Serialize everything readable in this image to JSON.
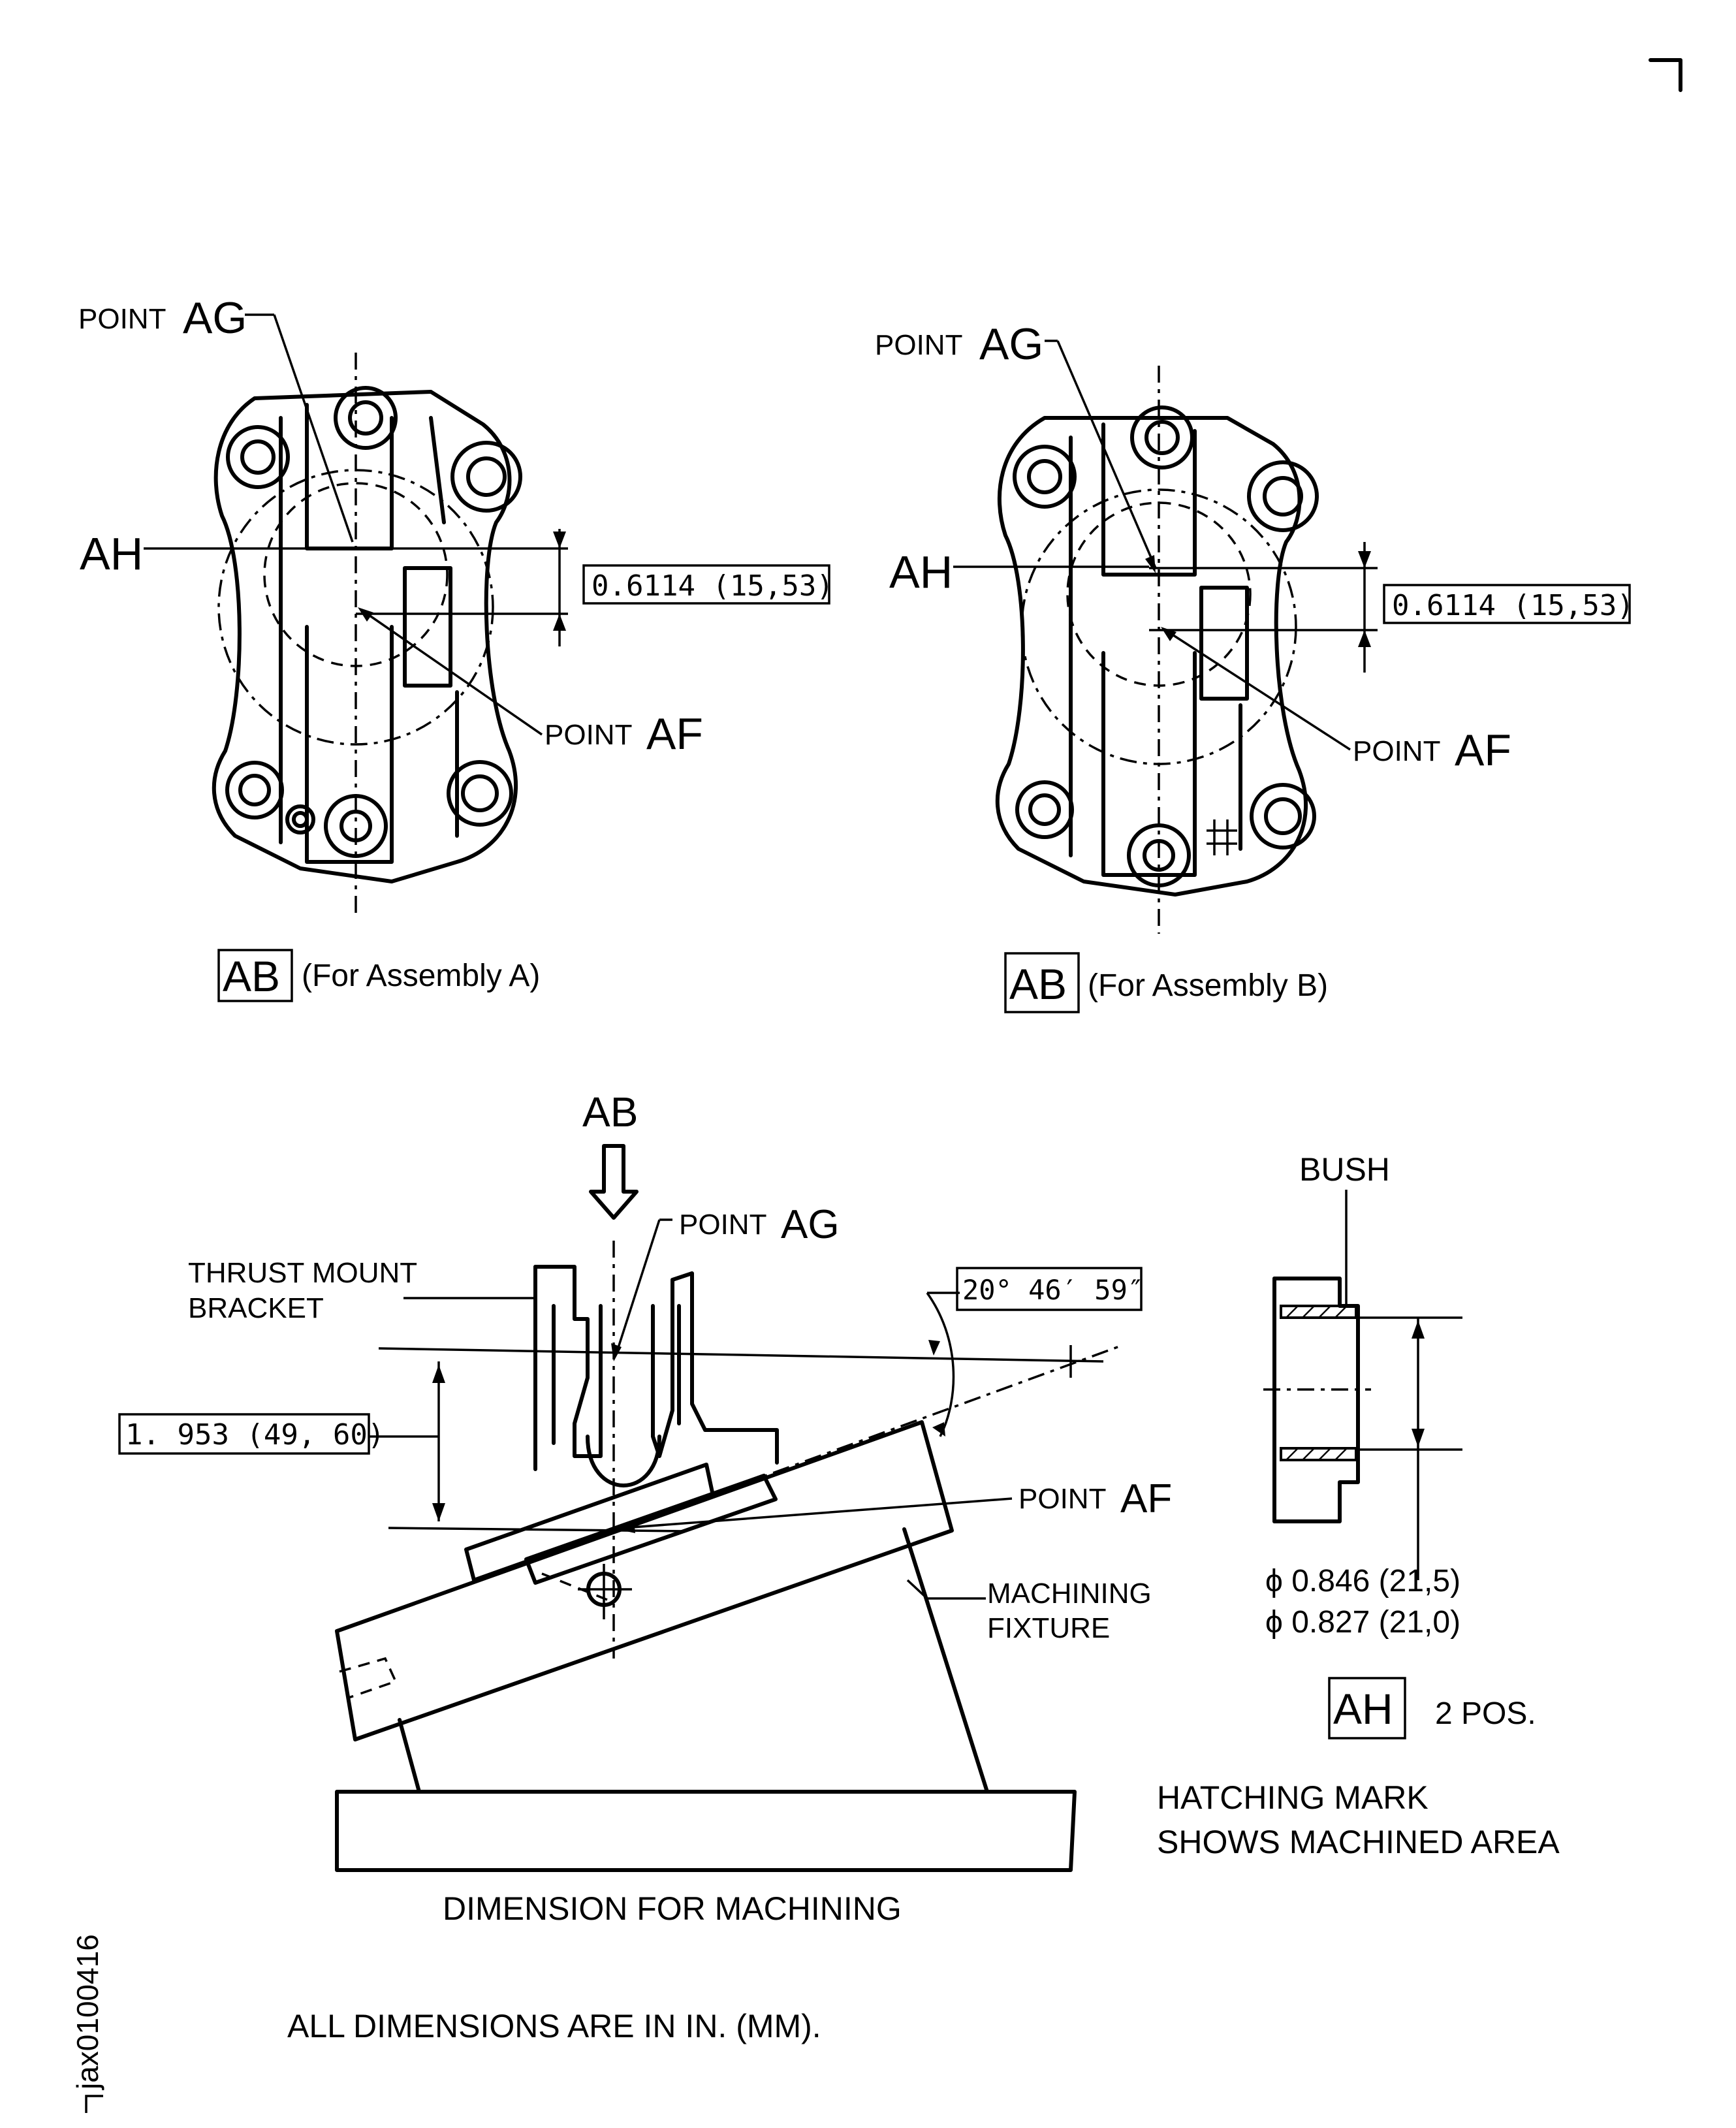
{
  "labels": {
    "point": "POINT",
    "ag": "AG",
    "af": "AF",
    "ah": "AH",
    "ab": "AB",
    "dim_top": "0.6114 (15,53)",
    "for_a": "(For Assembly A)",
    "for_b": "(For Assembly B)",
    "thrust_1": "THRUST MOUNT",
    "thrust_2": "BRACKET",
    "angle": "20° 46′ 59″",
    "dim_side": "1. 953  (49, 60)",
    "machining_1": "MACHINING",
    "machining_2": "FIXTURE",
    "bush": "BUSH",
    "dia_1": "ϕ 0.846 (21,5)",
    "dia_2": "ϕ 0.827 (21,0)",
    "pos": "2 POS.",
    "hatch_1": "HATCHING  MARK",
    "hatch_2": "SHOWS  MACHINED  AREA",
    "dim_machining": "DIMENSION  FOR  MACHINING",
    "all_dims": "ALL  DIMENSIONS  ARE  IN  IN. (MM).",
    "fig_id": "jax0100416"
  }
}
